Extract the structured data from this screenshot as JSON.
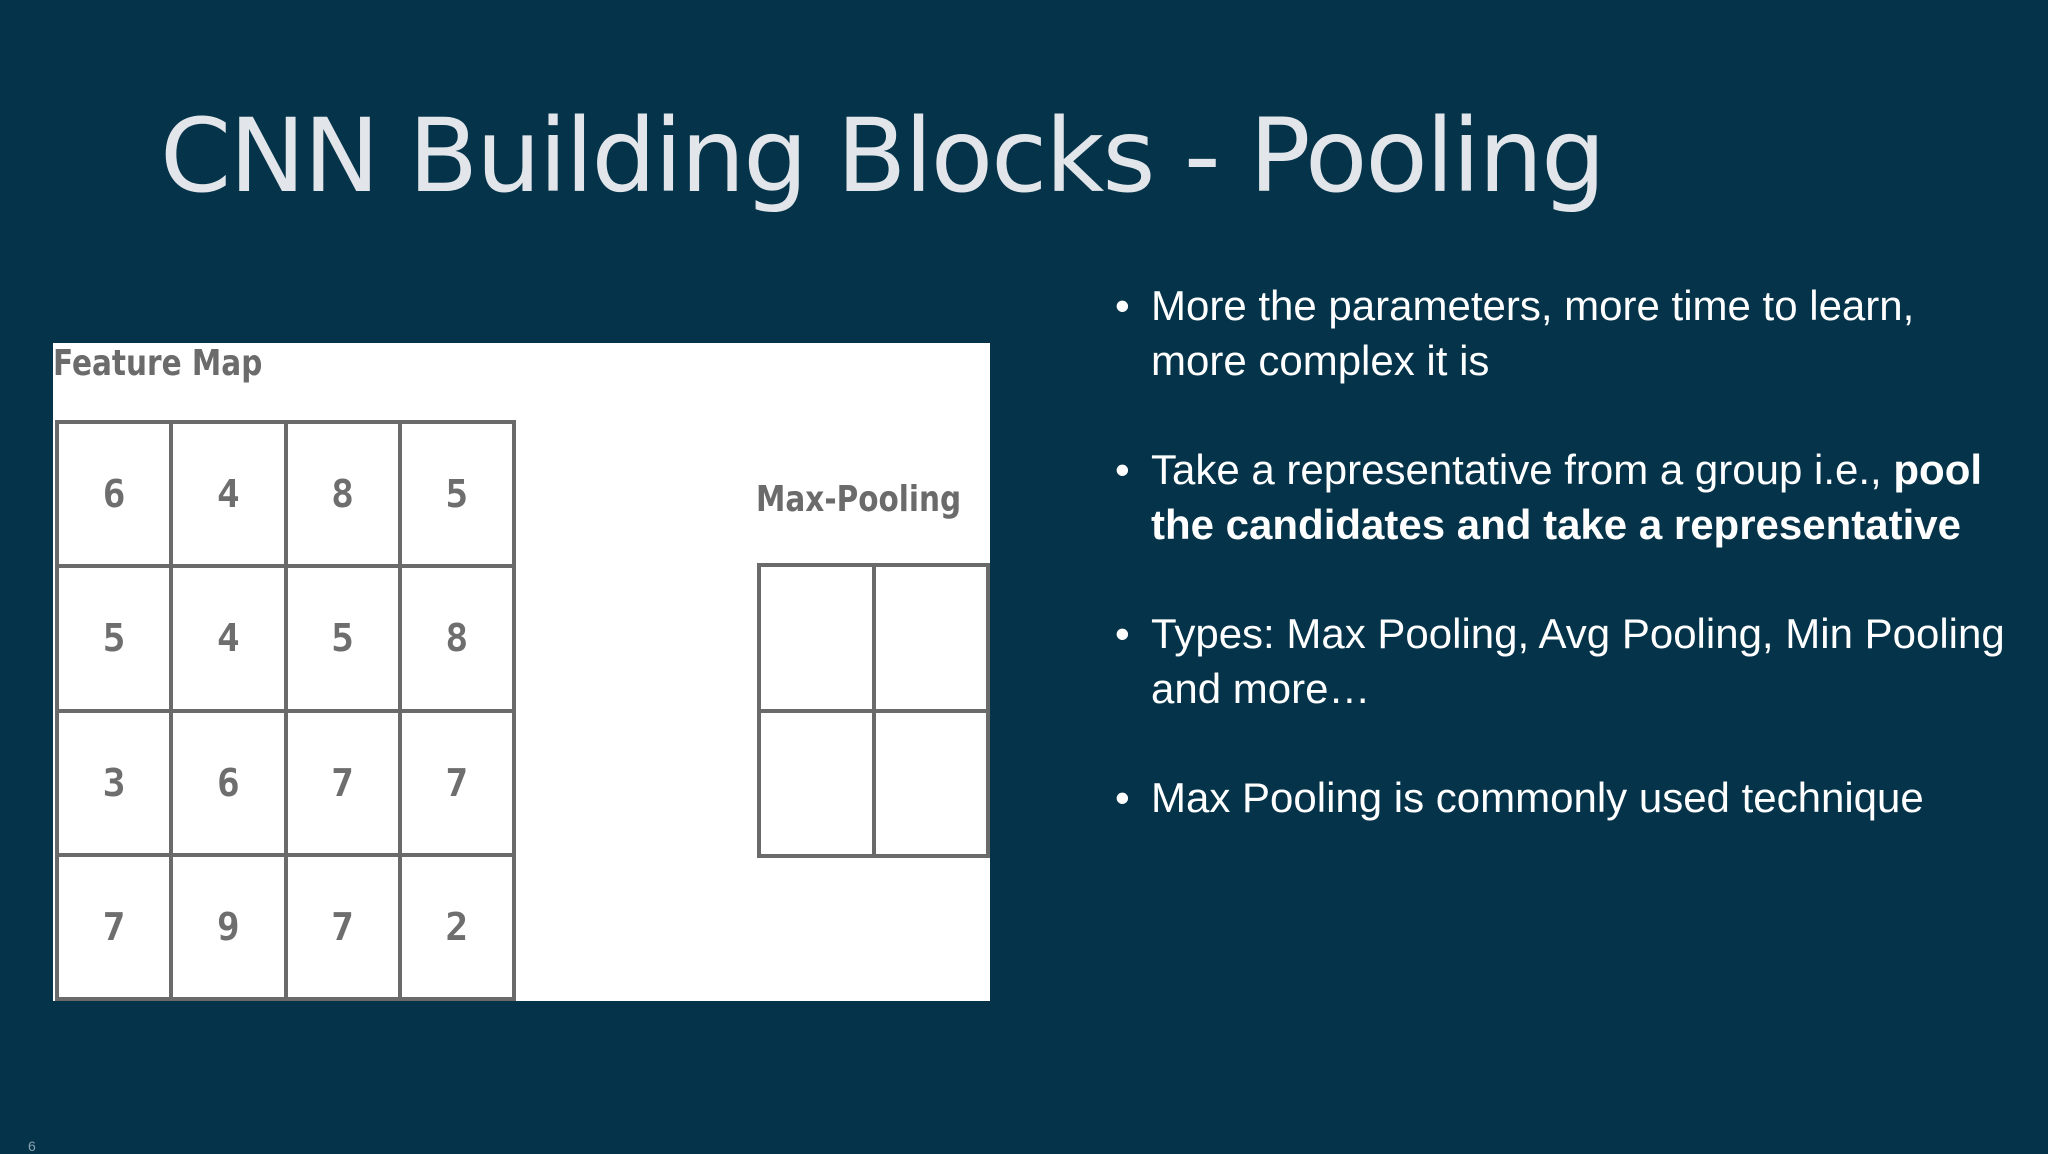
{
  "slide": {
    "title": "CNN Building Blocks - Pooling",
    "number": "6"
  },
  "figure": {
    "feature_map_label": "Feature Map",
    "max_pooling_label": "Max-Pooling",
    "feature_map": [
      [
        "6",
        "4",
        "8",
        "5"
      ],
      [
        "5",
        "4",
        "5",
        "8"
      ],
      [
        "3",
        "6",
        "7",
        "7"
      ],
      [
        "7",
        "9",
        "7",
        "2"
      ]
    ],
    "max_pooling": [
      [
        "",
        ""
      ],
      [
        "",
        ""
      ]
    ]
  },
  "bullets": {
    "b1": "More the parameters, more time to learn, more complex it is",
    "b2_plain": "Take a representative from a group i.e., ",
    "b2_bold": "pool the candidates and take a representative",
    "b3": "Types: Max Pooling, Avg Pooling, Min Pooling and more…",
    "b4": "Max Pooling is commonly used technique",
    "marker": "•"
  },
  "colors": {
    "background": "#04334a",
    "title": "#e2e6ea",
    "text": "#ffffff",
    "grid_line": "#6a6a6a"
  }
}
